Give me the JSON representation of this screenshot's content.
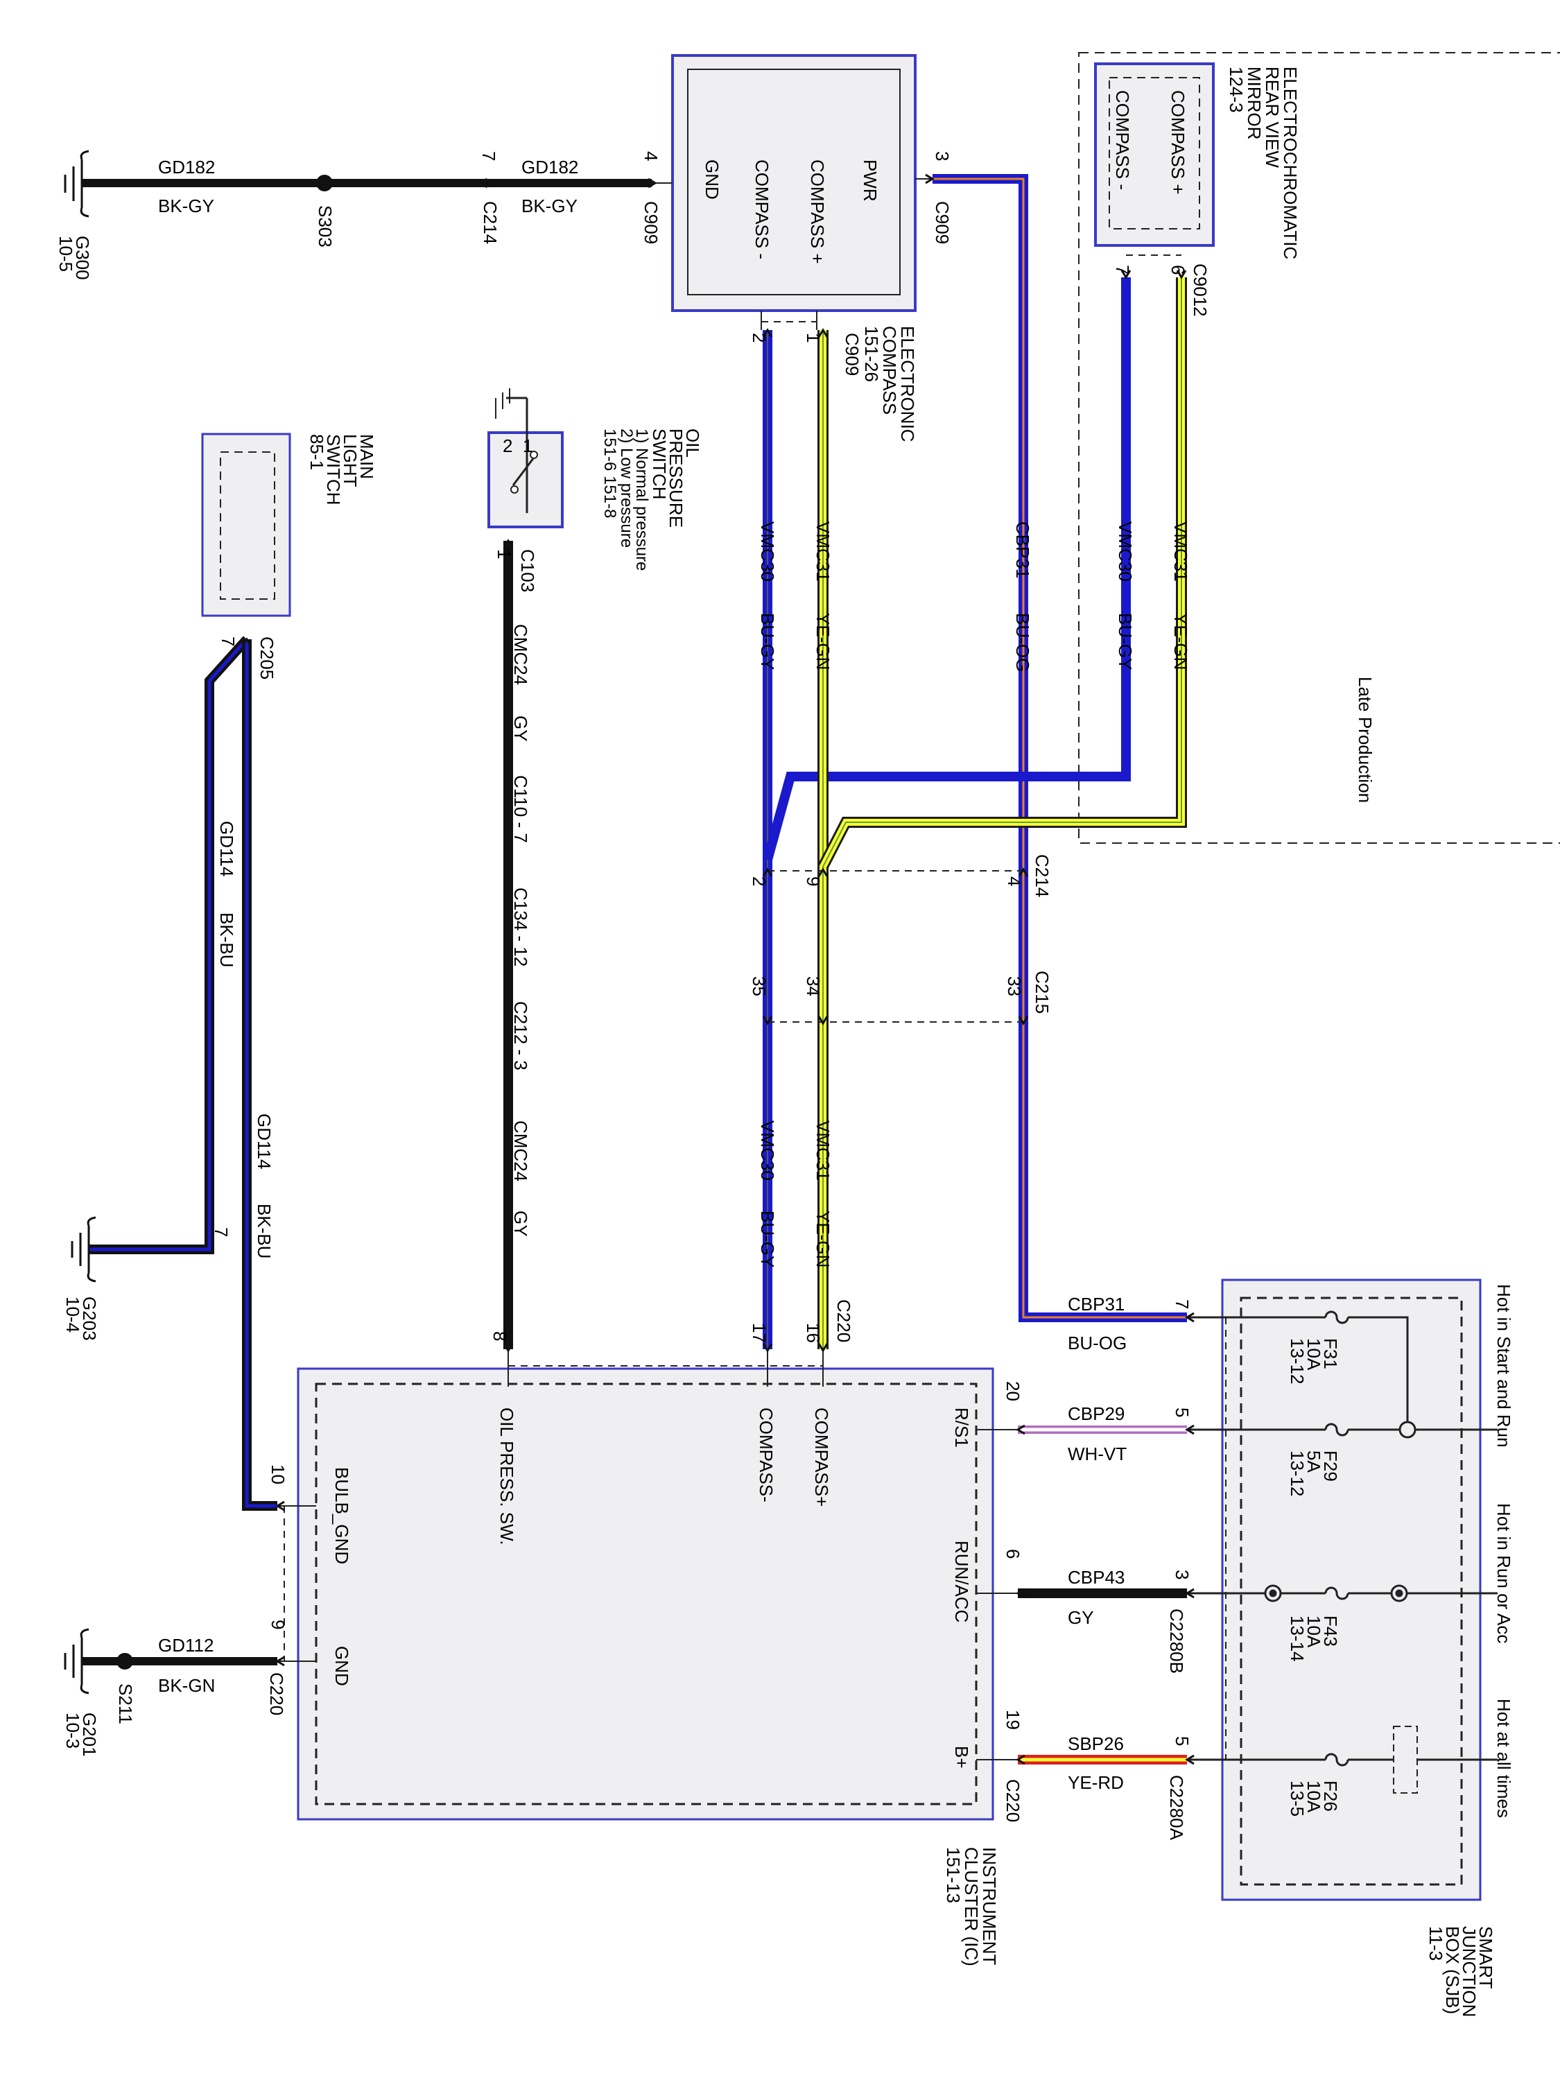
{
  "modules": {
    "electronic_compass": {
      "title_lines": [
        "ELECTRONIC",
        "COMPASS",
        "151-26"
      ],
      "pins": [
        "PWR",
        "COMPASS +",
        "COMPASS -",
        "GND"
      ]
    },
    "mirror": {
      "title_lines": [
        "ELECTROCHROMATIC",
        "REAR VIEW",
        "MIRROR",
        "124-3"
      ],
      "pins": [
        "COMPASS +",
        "COMPASS -"
      ]
    },
    "oil_switch": {
      "title_lines": [
        "OIL",
        "PRESSURE",
        "SWITCH",
        "1) Normal pressure",
        "2) Low pressure",
        "151-6    151-8"
      ],
      "pos1": "1",
      "pos2": "2"
    },
    "main_light_switch": {
      "title_lines": [
        "MAIN",
        "LIGHT",
        "SWITCH",
        "85-1"
      ]
    },
    "instrument_cluster": {
      "title_lines": [
        "INSTRUMENT",
        "CLUSTER (IC)",
        "151-13"
      ],
      "pins": [
        "OIL PRESS. SW.",
        "COMPASS-",
        "COMPASS+",
        "BULB_GND",
        "GND",
        "R/S1",
        "RUN/ACC",
        "B+"
      ]
    },
    "sjb": {
      "title_lines": [
        "SMART",
        "JUNCTION",
        "BOX (SJB)",
        "11-3"
      ],
      "feeds": [
        "Hot in Start and Run",
        "Hot in Run or Acc",
        "Hot at all times"
      ]
    }
  },
  "late_production": "Late Production",
  "grounds": [
    {
      "id": "G300",
      "ref": "10-5"
    },
    {
      "id": "G203",
      "ref": "10-4"
    },
    {
      "id": "G201",
      "ref": "10-3"
    }
  ],
  "splices": [
    "S303",
    "S211"
  ],
  "circuits": {
    "gd182": {
      "name": "GD182",
      "color": "BK-GY"
    },
    "gd114": {
      "name": "GD114",
      "color": "BK-BU"
    },
    "gd112": {
      "name": "GD112",
      "color": "BK-GN"
    },
    "cmc24": {
      "name": "CMC24",
      "color": "GY"
    },
    "vmc30": {
      "name": "VMC30",
      "color": "BU-GY"
    },
    "vmc31": {
      "name": "VMC31",
      "color": "YE-GN"
    },
    "cbp31": {
      "name": "CBP31",
      "color": "BU-OG"
    },
    "cbp29": {
      "name": "CBP29",
      "color": "WH-VT"
    },
    "cbp43": {
      "name": "CBP43",
      "color": "GY"
    },
    "sbp26": {
      "name": "SBP26",
      "color": "YE-RD"
    }
  },
  "fuses": [
    {
      "id": "F31",
      "rating": "10A",
      "ref": "13-12"
    },
    {
      "id": "F29",
      "rating": "5A",
      "ref": "13-12"
    },
    {
      "id": "F43",
      "rating": "10A",
      "ref": "13-14"
    },
    {
      "id": "F26",
      "rating": "10A",
      "ref": "13-5"
    }
  ],
  "connectors": {
    "c909": "C909",
    "c214": "C214",
    "c215": "C215",
    "c220": "C220",
    "c9012": "C9012",
    "c103": "C103",
    "c205": "C205",
    "c110": "C110 - 7",
    "c134": "C134 - 12",
    "c212": "C212 - 3",
    "c2280a": "C2280A",
    "c2280b": "C2280B"
  },
  "pin_numbers": {
    "g300_c214": "7",
    "c909_gnd": "4",
    "c909_pwr": "3",
    "c909_p2": "2",
    "c909_p1": "1",
    "c9012_p7": "7",
    "c9012_p6": "6",
    "c103_p1": "1",
    "c205_p7": "7",
    "g203_p7": "7",
    "c214_p2": "2",
    "c214_p9": "9",
    "c214_p4": "4",
    "c215_p35": "35",
    "c215_p34": "34",
    "c215_p33": "33",
    "ic_p8": "8",
    "ic_p17": "17",
    "ic_p16": "16",
    "ic_p10": "10",
    "ic_p9": "9",
    "ic_p20": "20",
    "ic_p6": "6",
    "ic_p19": "19",
    "sjb_p7": "7",
    "sjb_p5a": "5",
    "sjb_p3": "3",
    "sjb_p5b": "5"
  },
  "colors": {
    "module_border": "#3a3ac8",
    "module_fill": "#efeff1",
    "blue_wire": "#1a1acc",
    "yellow_wire": "#ffff33",
    "red_wire": "#e02020",
    "violet_wire": "#b070c0"
  }
}
